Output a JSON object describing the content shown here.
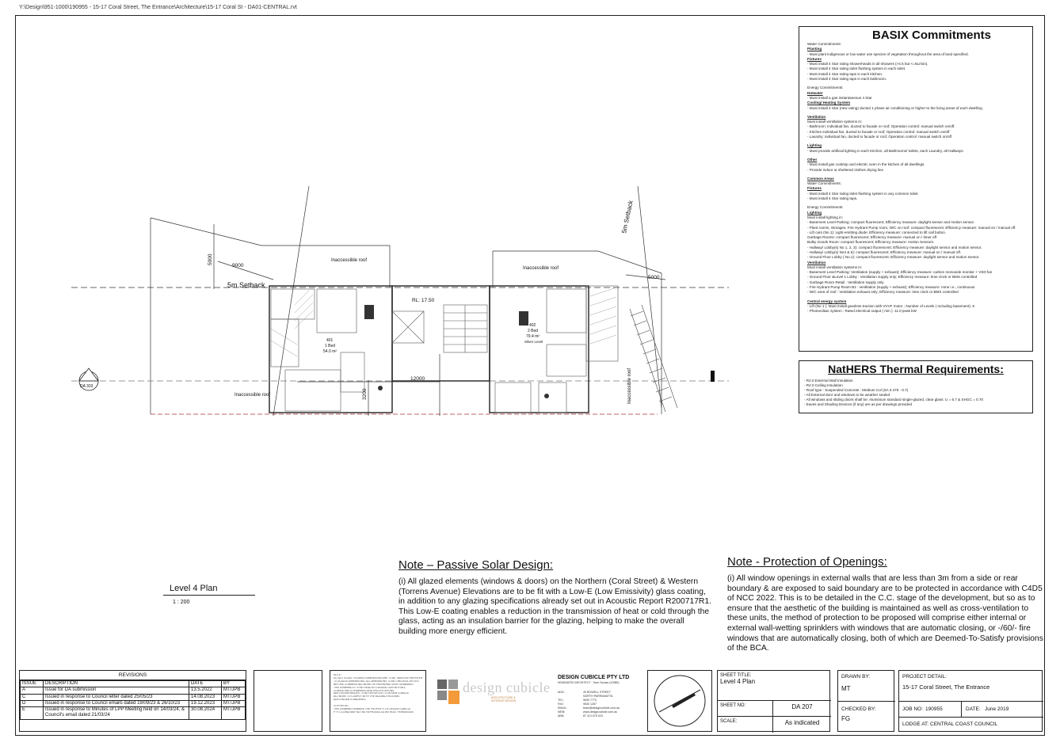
{
  "file_path": "Y:\\Design\\951-1000\\190955 - 15-17 Coral Street, The Entrance\\Architecture\\15-17 Coral St - DA01-CENTRAL.rvt",
  "basix": {
    "title": "BASIX Commitments",
    "lines": [
      {
        "t": "Water Commitments:",
        "h": false
      },
      {
        "t": "Planting",
        "h": true
      },
      {
        "t": "- Must plant indigenous or low water use species of vegetation throughout the area of land specified.",
        "h": false
      },
      {
        "t": "Fixtures",
        "h": true
      },
      {
        "t": "- Must install 4 Star rating showerheads in all showers (>4.5 but <=6L/min).",
        "h": false
      },
      {
        "t": "- Must install 4 Star rating toilet flushing system in each toilet.",
        "h": false
      },
      {
        "t": "- Must install 4 Star rating taps in each kitchen.",
        "h": false
      },
      {
        "t": "- Must install 4 Star rating taps in each bathroom.",
        "h": false
      },
      {
        "t": "",
        "h": false
      },
      {
        "t": "Energy Commitments:",
        "h": false
      },
      {
        "t": "Hotwater",
        "h": true
      },
      {
        "t": "- Must install a gas instantaneous 4 Star",
        "h": false
      },
      {
        "t": "Cooling/ Heating System",
        "h": true
      },
      {
        "t": "- Must install 4 Star (new rating) ducted 1 phase air conditioning or higher to the living areas of each dwelling.",
        "h": false
      },
      {
        "t": "",
        "h": false
      },
      {
        "t": "Ventilation",
        "h": true
      },
      {
        "t": "Must install ventilation systems in:",
        "h": false
      },
      {
        "t": "- Bathroom: individual fan, ducted to facade or roof; Operation control: manual switch on/off.",
        "h": false
      },
      {
        "t": "- Kitchen individual fan, ducted to facade or roof; Operation control: manual switch on/off",
        "h": false
      },
      {
        "t": "- Laundry: individual fan, ducted to facade or roof; Operation control: manual switch on/off",
        "h": false
      },
      {
        "t": "",
        "h": false
      },
      {
        "t": "Lighting",
        "h": true
      },
      {
        "t": "- Must provide artificial lighting in each Kitchen, all Bathrooms/ toilets, each Laundry, all Hallways.",
        "h": false
      },
      {
        "t": "",
        "h": false
      },
      {
        "t": "Other",
        "h": true
      },
      {
        "t": "- Must install gas cooktop and electric oven in the kitchen of all dwellings.",
        "h": false
      },
      {
        "t": "- Provide indoor or sheltered clothes drying line",
        "h": false
      },
      {
        "t": "",
        "h": false
      },
      {
        "t": "Common Areas",
        "h": true
      },
      {
        "t": "Water Commitments:",
        "h": false
      },
      {
        "t": "Fixtures",
        "h": true
      },
      {
        "t": "- Must install 4 Star rating toilet flushing system in any common toilet.",
        "h": false
      },
      {
        "t": "- Must install 4 Star rating taps.",
        "h": false
      },
      {
        "t": "",
        "h": false
      },
      {
        "t": "Energy Commitments:",
        "h": false
      },
      {
        "t": "Lighting",
        "h": true
      },
      {
        "t": "Must install lighting in:",
        "h": false
      },
      {
        "t": "- Basement Level Parking: compact fluorescent; Efficiency measure: daylight sensor and motion sensor.",
        "h": false
      },
      {
        "t": "- Plant rooms, Storages, Fire Hydrant Pump room, W/C on roof: compact fluorescent; Efficiency measure: manual on / manual off.",
        "h": false
      },
      {
        "t": "- Lift cars (No 1): Light-emitting diode; Efficiency measure: connected to lift call button.",
        "h": false
      },
      {
        "t": "Garbage Rooms: compact fluorescent; Efficiency measure: manual on / timer off",
        "h": false
      },
      {
        "t": "Bulky Goods Room: compact fluorescent; Efficiency measure: motion Sensors.",
        "h": false
      },
      {
        "t": "- Hallway/ Lobby(s) No 1, 2, 3): compact fluorescent; Efficiency measure: daylight sensor and motion sensor.",
        "h": false
      },
      {
        "t": "- Hallway/ Lobby(s) No4 & 5): compact fluorescent; Efficiency measure: manual on / manual off.",
        "h": false
      },
      {
        "t": "- Ground Floor Lobby ( No.1): compact fluorescent; Efficiency measure: daylight sensor and motion sensor.",
        "h": false
      },
      {
        "t": "Ventilation",
        "h": true
      },
      {
        "t": "Must install ventilation systems in:",
        "h": false
      },
      {
        "t": "- Basement Level Parking: Ventilation (supply + exhaust); Efficiency measure: carbon monoxide monitor + VSD fan",
        "h": false
      },
      {
        "t": "- Ground Floor &Level 1 Lobby : Ventilation supply only; Efficiency measure: time clock or BMS controlled",
        "h": false
      },
      {
        "t": "- Garbage Room Retail : Ventilation supply only",
        "h": false
      },
      {
        "t": "- Fire Hydrant Pump Room B1 : ventilation (supply + exhaust); Efficiency measure: none i.e., continuous",
        "h": false
      },
      {
        "t": "- W/C area of roof : Ventilation exhaust only; Efficiency measure: time clock or BMS controlled",
        "h": false
      },
      {
        "t": "",
        "h": false
      },
      {
        "t": "Central energy system",
        "h": true
      },
      {
        "t": "- Lift (No 1 ): Must install gearless traction with VVVF motor ; Number of Levels ( Including basement): 8",
        "h": false
      },
      {
        "t": "- Photovoltaic system : Rated electrical output ( min ): 11.0 peak kW",
        "h": false
      }
    ]
  },
  "nathers": {
    "title": "NatHERS Thermal Requirements:",
    "lines": [
      "- R2.0 External Wall Insulation",
      "- R2.0 Ceiling Insulation",
      "- Roof type : Suspended Concrete : Medium Col (SA 0.475 - 0.7)",
      "- All External door and windows to be weather sealed",
      "- All windows and sliding doors shall be: Aluminium standard single-glazed, clear glass: U = 6.7 & SHGC = 0.70",
      "- Eaves and Shading Devices (if any) are as per drawings provided"
    ]
  },
  "plan": {
    "setback_a": "5m Setback",
    "setback_b": "5m Setback",
    "inaccessible_roof": "Inaccessible roof",
    "rl": "RL: 17.50",
    "dims": {
      "d9000": "9000",
      "d5000a": "5000",
      "d5000b": "5000",
      "d3200": "3200",
      "d12000": "12000"
    },
    "unit401": {
      "num": "401",
      "beds": "1 Bed",
      "area": "54.0 m²"
    },
    "unit402": {
      "num": "402",
      "beds": "2 Bed",
      "area": "79.4 m²",
      "level": "Silver Level"
    },
    "section_tag": "DA 303"
  },
  "level": {
    "title": "Level 4  Plan",
    "scale": "1 : 200"
  },
  "note_solar": {
    "title": "Note – Passive Solar Design:",
    "body": "(i) All glazed elements (windows & doors) on the Northern (Coral Street) & Western (Torrens Avenue) Elevations are to be fit with a Low-E (Low Emissivity) glass coating, in addition to any glazing specifications already set out in Acoustic Report R200717R1. This Low-E coating enables a reduction in the transmission of heat or cold through the glass, acting as an insulation barrier for the glazing, helping to make the overall building more energy efficient."
  },
  "note_openings": {
    "title": "Note - Protection of Openings:",
    "body": "(i) All window openings in external walls that are less than 3m from a side or rear boundary & are exposed to said boundary are to be protected in accordance with C4D5 of NCC 2022. This is to be detailed in the C.C. stage of the development, but so as to ensure that the aesthetic of the building is maintained as well as cross-ventilation to these units, the method of protection to be proposed will comprise either internal or external wall-wetting sprinklers with windows that are automatic closing, or -/60/- fire windows that are automatically closing, both of which are Deemed-To-Satisfy provisions of the BCA."
  },
  "revisions": {
    "title": "REVISIONS",
    "headers": [
      "ISSUE",
      "DESCRIPTION",
      "DATE",
      "BY"
    ],
    "rows": [
      [
        "A",
        "Issue for DA submission",
        "13.5.2022",
        "MT/JPB"
      ],
      [
        "C",
        "Issued in response to Council letter dated 25/05/23",
        "14.08.2023",
        "MT/JPB"
      ],
      [
        "D",
        "Issued in response to Council emails dated 19/09/23 & 26/10/23",
        "19.12.2023",
        "MT/JPB"
      ],
      [
        "E",
        "Issued in response to Minutes of LPP Meeting held on 14/03/24, & Council's email dated 21/03/24",
        "30.08.2024",
        "MT/JPB"
      ]
    ]
  },
  "firm": {
    "logo": "design cubicle",
    "name": "DESIGN CUBICLE PTY LTD",
    "sub": "NOMINATED ARCHITECT - Sam Younan (10986)",
    "contacts": [
      [
        "ADD:",
        "40 BOWELL STREET"
      ],
      [
        "",
        "NORTH PARRAMATTA"
      ],
      [
        "TEL:",
        "9630 7770"
      ],
      [
        "FAX:",
        "9630 1267"
      ],
      [
        "EMAIL:",
        "team@designcubicle.com.au"
      ],
      [
        "WEB:",
        "www.designcubicle.com.au"
      ],
      [
        "ABN:",
        "87 113 075 023"
      ]
    ]
  },
  "sheet": {
    "title_label": "SHEET TITLE:",
    "title": "Level 4 Plan",
    "no_label": "SHEET NO:",
    "no": "DA 207",
    "scale_label": "SCALE:",
    "scale": "As indicated"
  },
  "drawn": {
    "label": "DRAWN BY:",
    "value": "MT",
    "checked_label": "CHECKED BY:",
    "checked": "FG"
  },
  "project": {
    "label": "PROJECT DETAIL:",
    "value": "15-17 Coral Street, The Entrance",
    "job_label": "JOB NO:",
    "job": "190955",
    "date_label": "DATE:",
    "date": "June 2019",
    "lodge_label": "LODGE AT:",
    "lodge": "CENTRAL COAST COUNCIL"
  }
}
